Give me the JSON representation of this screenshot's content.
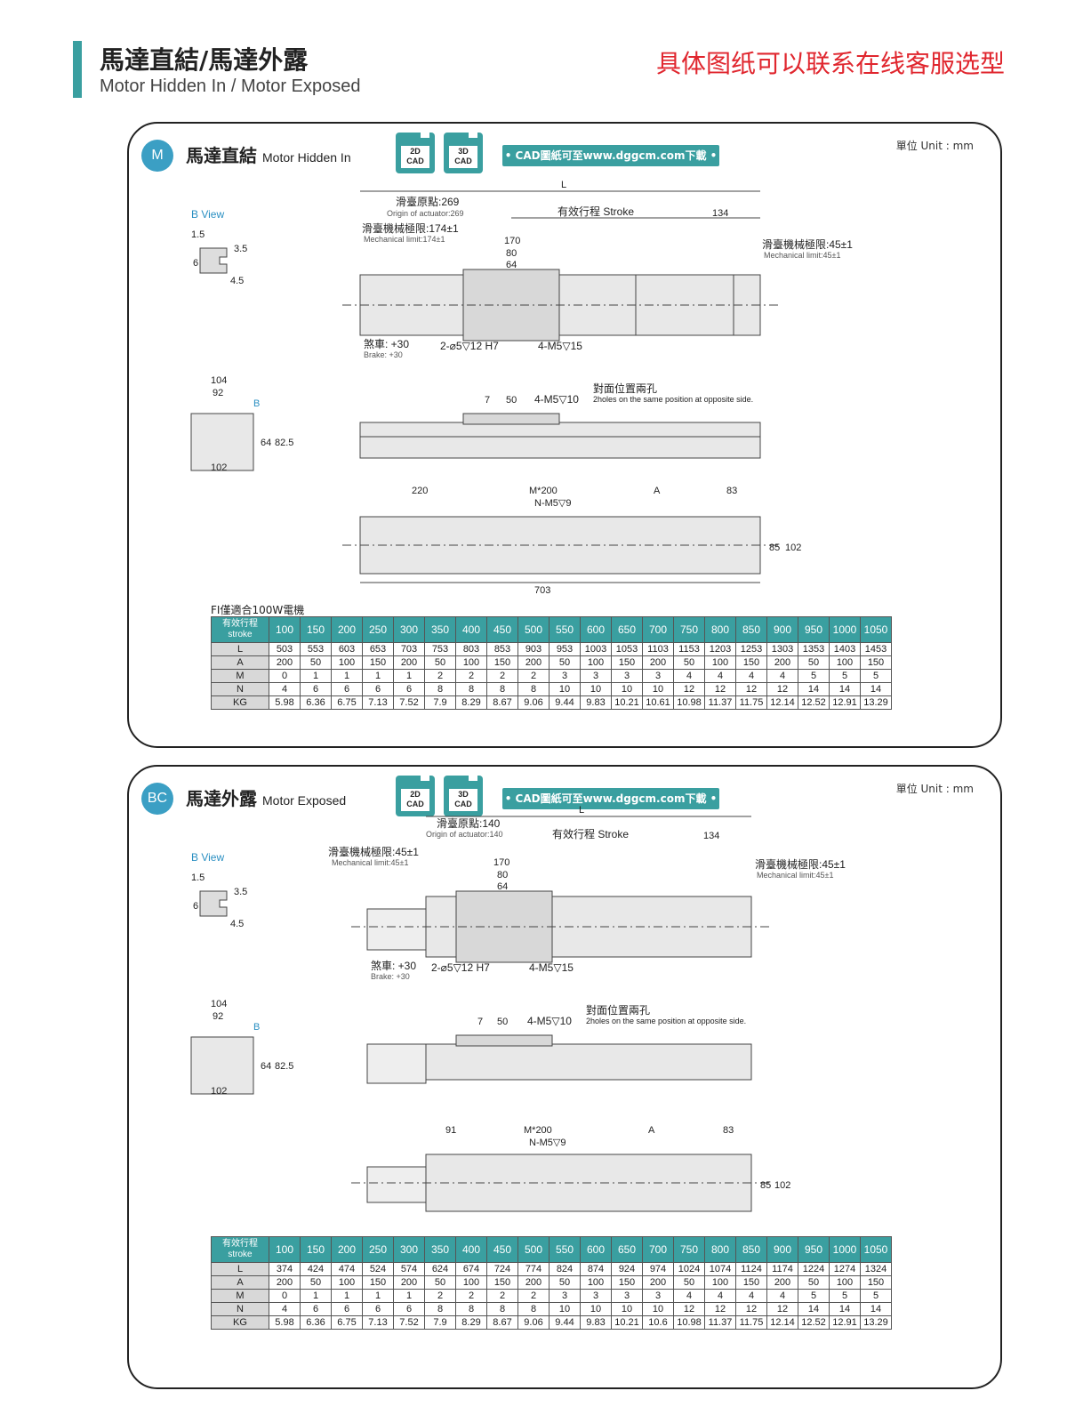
{
  "header": {
    "title_zh": "馬達直結/馬達外露",
    "title_en": "Motor Hidden In / Motor Exposed",
    "contact_note": "具体图纸可以联系在线客服选型"
  },
  "sections": [
    {
      "badge": "M",
      "title_zh": "馬達直結",
      "title_en": "Motor Hidden In",
      "unit": "單位 Unit : mm",
      "cad_2d": "2D CAD",
      "cad_3d": "3D CAD",
      "cad_link": "• CAD圖紙可至www.dggcm.com下載 •",
      "b_view": "B View",
      "labels": {
        "L": "L",
        "origin": "滑臺原點:269",
        "origin_en": "Origin of actuator:269",
        "stroke": "有效行程  Stroke",
        "mech_left": "滑臺機械極限:174±1",
        "mech_left_en": "Mechanical limit:174±1",
        "mech_right": "滑臺機械極限:45±1",
        "mech_right_en": "Mechanical limit:45±1",
        "d134": "134",
        "d170": "170",
        "d80": "80",
        "d64": "64",
        "brake": "煞車: +30",
        "brake_en": "Brake: +30",
        "pin": "2-⌀5▽12 H7",
        "holes": "4-M5▽15",
        "d7": "7",
        "d50": "50",
        "holes10": "4-M5▽10",
        "opp": "對面位置兩孔",
        "opp_en": "2holes on the same position at opposite side.",
        "d220": "220",
        "m200": "M*200",
        "n59": "N-M5▽9",
        "A": "A",
        "d83": "83",
        "d85": "85",
        "d102": "102",
        "d703": "703",
        "d104": "104",
        "d92": "92",
        "d64v": "64",
        "d825": "82.5",
        "d102w": "102",
        "b": "B",
        "d15": "1.5",
        "d35": "3.5",
        "d6": "6",
        "d45": "4.5"
      },
      "note": "FI僅適合100W電機",
      "table": {
        "stroke_label": [
          "有效行程",
          "stroke"
        ],
        "strokes": [
          "100",
          "150",
          "200",
          "250",
          "300",
          "350",
          "400",
          "450",
          "500",
          "550",
          "600",
          "650",
          "700",
          "750",
          "800",
          "850",
          "900",
          "950",
          "1000",
          "1050"
        ],
        "rows": [
          {
            "label": "L",
            "values": [
              "503",
              "553",
              "603",
              "653",
              "703",
              "753",
              "803",
              "853",
              "903",
              "953",
              "1003",
              "1053",
              "1103",
              "1153",
              "1203",
              "1253",
              "1303",
              "1353",
              "1403",
              "1453"
            ]
          },
          {
            "label": "A",
            "values": [
              "200",
              "50",
              "100",
              "150",
              "200",
              "50",
              "100",
              "150",
              "200",
              "50",
              "100",
              "150",
              "200",
              "50",
              "100",
              "150",
              "200",
              "50",
              "100",
              "150"
            ]
          },
          {
            "label": "M",
            "values": [
              "0",
              "1",
              "1",
              "1",
              "1",
              "2",
              "2",
              "2",
              "2",
              "3",
              "3",
              "3",
              "3",
              "4",
              "4",
              "4",
              "4",
              "5",
              "5",
              "5"
            ]
          },
          {
            "label": "N",
            "values": [
              "4",
              "6",
              "6",
              "6",
              "6",
              "8",
              "8",
              "8",
              "8",
              "10",
              "10",
              "10",
              "10",
              "12",
              "12",
              "12",
              "12",
              "14",
              "14",
              "14"
            ]
          },
          {
            "label": "KG",
            "values": [
              "5.98",
              "6.36",
              "6.75",
              "7.13",
              "7.52",
              "7.9",
              "8.29",
              "8.67",
              "9.06",
              "9.44",
              "9.83",
              "10.21",
              "10.61",
              "10.98",
              "11.37",
              "11.75",
              "12.14",
              "12.52",
              "12.91",
              "13.29"
            ]
          }
        ]
      }
    },
    {
      "badge": "BC",
      "title_zh": "馬達外露",
      "title_en": "Motor Exposed",
      "unit": "單位 Unit : mm",
      "cad_2d": "2D CAD",
      "cad_3d": "3D CAD",
      "cad_link": "• CAD圖紙可至www.dggcm.com下載 •",
      "b_view": "B View",
      "labels": {
        "L": "L",
        "origin": "滑臺原點:140",
        "origin_en": "Origin of actuator:140",
        "stroke": "有效行程  Stroke",
        "mech_left": "滑臺機械極限:45±1",
        "mech_left_en": "Mechanical limit:45±1",
        "mech_right": "滑臺機械極限:45±1",
        "mech_right_en": "Mechanical limit:45±1",
        "d134": "134",
        "d170": "170",
        "d80": "80",
        "d64": "64",
        "brake": "煞車: +30",
        "brake_en": "Brake: +30",
        "pin": "2-⌀5▽12 H7",
        "holes": "4-M5▽15",
        "d7": "7",
        "d50": "50",
        "holes10": "4-M5▽10",
        "opp": "對面位置兩孔",
        "opp_en": "2holes on the same position at opposite side.",
        "d91": "91",
        "m200": "M*200",
        "n59": "N-M5▽9",
        "A": "A",
        "d83": "83",
        "d85": "85",
        "d102": "102",
        "d104": "104",
        "d92": "92",
        "d64v": "64",
        "d825": "82.5",
        "d102w": "102",
        "b": "B",
        "d15": "1.5",
        "d35": "3.5",
        "d6": "6",
        "d45": "4.5"
      },
      "table": {
        "stroke_label": [
          "有效行程",
          "stroke"
        ],
        "strokes": [
          "100",
          "150",
          "200",
          "250",
          "300",
          "350",
          "400",
          "450",
          "500",
          "550",
          "600",
          "650",
          "700",
          "750",
          "800",
          "850",
          "900",
          "950",
          "1000",
          "1050"
        ],
        "rows": [
          {
            "label": "L",
            "values": [
              "374",
              "424",
              "474",
              "524",
              "574",
              "624",
              "674",
              "724",
              "774",
              "824",
              "874",
              "924",
              "974",
              "1024",
              "1074",
              "1124",
              "1174",
              "1224",
              "1274",
              "1324"
            ]
          },
          {
            "label": "A",
            "values": [
              "200",
              "50",
              "100",
              "150",
              "200",
              "50",
              "100",
              "150",
              "200",
              "50",
              "100",
              "150",
              "200",
              "50",
              "100",
              "150",
              "200",
              "50",
              "100",
              "150"
            ]
          },
          {
            "label": "M",
            "values": [
              "0",
              "1",
              "1",
              "1",
              "1",
              "2",
              "2",
              "2",
              "2",
              "3",
              "3",
              "3",
              "3",
              "4",
              "4",
              "4",
              "4",
              "5",
              "5",
              "5"
            ]
          },
          {
            "label": "N",
            "values": [
              "4",
              "6",
              "6",
              "6",
              "6",
              "8",
              "8",
              "8",
              "8",
              "10",
              "10",
              "10",
              "10",
              "12",
              "12",
              "12",
              "12",
              "14",
              "14",
              "14"
            ]
          },
          {
            "label": "KG",
            "values": [
              "5.98",
              "6.36",
              "6.75",
              "7.13",
              "7.52",
              "7.9",
              "8.29",
              "8.67",
              "9.06",
              "9.44",
              "9.83",
              "10.21",
              "10.6",
              "10.98",
              "11.37",
              "11.75",
              "12.14",
              "12.52",
              "12.91",
              "13.29"
            ]
          }
        ]
      }
    }
  ]
}
